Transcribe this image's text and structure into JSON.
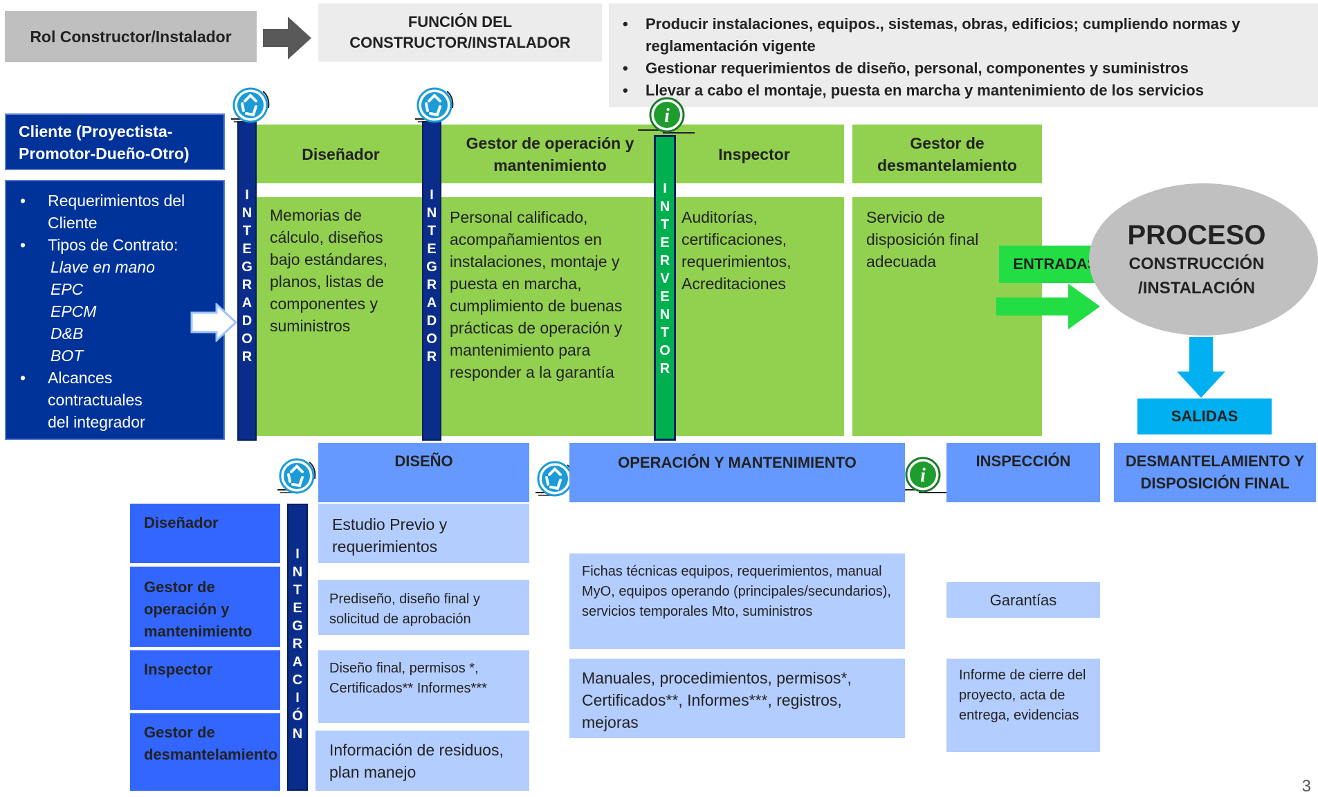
{
  "header": {
    "role_label": "Rol Constructor/Instalador",
    "function_title": "FUNCIÓN DEL CONSTRUCTOR/INSTALADOR",
    "bullets": [
      "Producir instalaciones, equipos., sistemas, obras, edificios; cumpliendo normas y reglamentación vigente",
      "Gestionar requerimientos de diseño, personal, componentes y suministros",
      "Llevar a cabo el montaje, puesta en marcha y mantenimiento de los servicios"
    ]
  },
  "client": {
    "title": "Cliente (Proyectista-Promotor-Dueño-Otro)",
    "items": [
      {
        "text": "Requerimientos del Cliente",
        "italic": false,
        "bullet": true
      },
      {
        "text": "Tipos de Contrato:",
        "italic": false,
        "bullet": true
      },
      {
        "text": "Llave en mano",
        "italic": true,
        "bullet": false
      },
      {
        "text": "EPC",
        "italic": true,
        "bullet": false
      },
      {
        "text": "EPCM",
        "italic": true,
        "bullet": false
      },
      {
        "text": "D&B",
        "italic": true,
        "bullet": false
      },
      {
        "text": "BOT",
        "italic": true,
        "bullet": false
      },
      {
        "text": "Alcances contractuales del integrador",
        "italic": false,
        "bullet": true
      }
    ]
  },
  "roles": [
    {
      "header": "Diseñador",
      "body": "Memorias de cálculo, diseños bajo estándares, planos, listas de componentes y suministros"
    },
    {
      "header": "Gestor de operación y mantenimiento",
      "body": "Personal calificado, acompañamientos en instalaciones, montaje y puesta en marcha, cumplimiento de buenas prácticas de operación y mantenimiento para responder a la garantía"
    },
    {
      "header": "Inspector",
      "body": "Auditorías, certificaciones, requerimientos, Acreditaciones"
    },
    {
      "header": "Gestor  de desmantelamiento",
      "body": "Servicio de disposición final adecuada"
    }
  ],
  "vertical_labels": {
    "integrador": "INTEGRADOR",
    "interventor": "INTERVENTOR",
    "integracion": "INTEGRACIÓN"
  },
  "process": {
    "title": "PROCESO",
    "subtitle": "CONSTRUCCIÓN /INSTALACIÓN",
    "entradas": "ENTRADAS",
    "salidas": "SALIDAS"
  },
  "phases": [
    "DISEÑO",
    "OPERACIÓN Y MANTENIMIENTO",
    "INSPECCIÓN",
    "DESMANTELAMIENTO Y DISPOSICIÓN FINAL"
  ],
  "matrix_roles": [
    "Diseñador",
    "Gestor de operación y mantenimiento",
    "Inspector",
    "Gestor  de desmantelamiento"
  ],
  "design_cells": [
    "Estudio Previo y requerimientos",
    "Prediseño, diseño  final y solicitud de aprobación",
    "Diseño final, permisos *, Certificados** Informes***",
    "Información de residuos, plan manejo"
  ],
  "om_cells": [
    "Fichas técnicas equipos, requerimientos, manual MyO, equipos operando (principales/secundarios), servicios temporales Mto, suministros",
    "Manuales, procedimientos, permisos*, Certificados**, Informes***,  registros, mejoras"
  ],
  "inspection_cells": [
    "Garantías",
    "Informe de cierre del proyecto, acta de entrega, evidencias"
  ],
  "page_number": "3",
  "colors": {
    "navy": "#003399",
    "green": "#92d050",
    "bright_green": "#22dd44",
    "cyan": "#00b0f0",
    "light_blue": "#b4cdff",
    "mid_blue": "#6699ff"
  }
}
